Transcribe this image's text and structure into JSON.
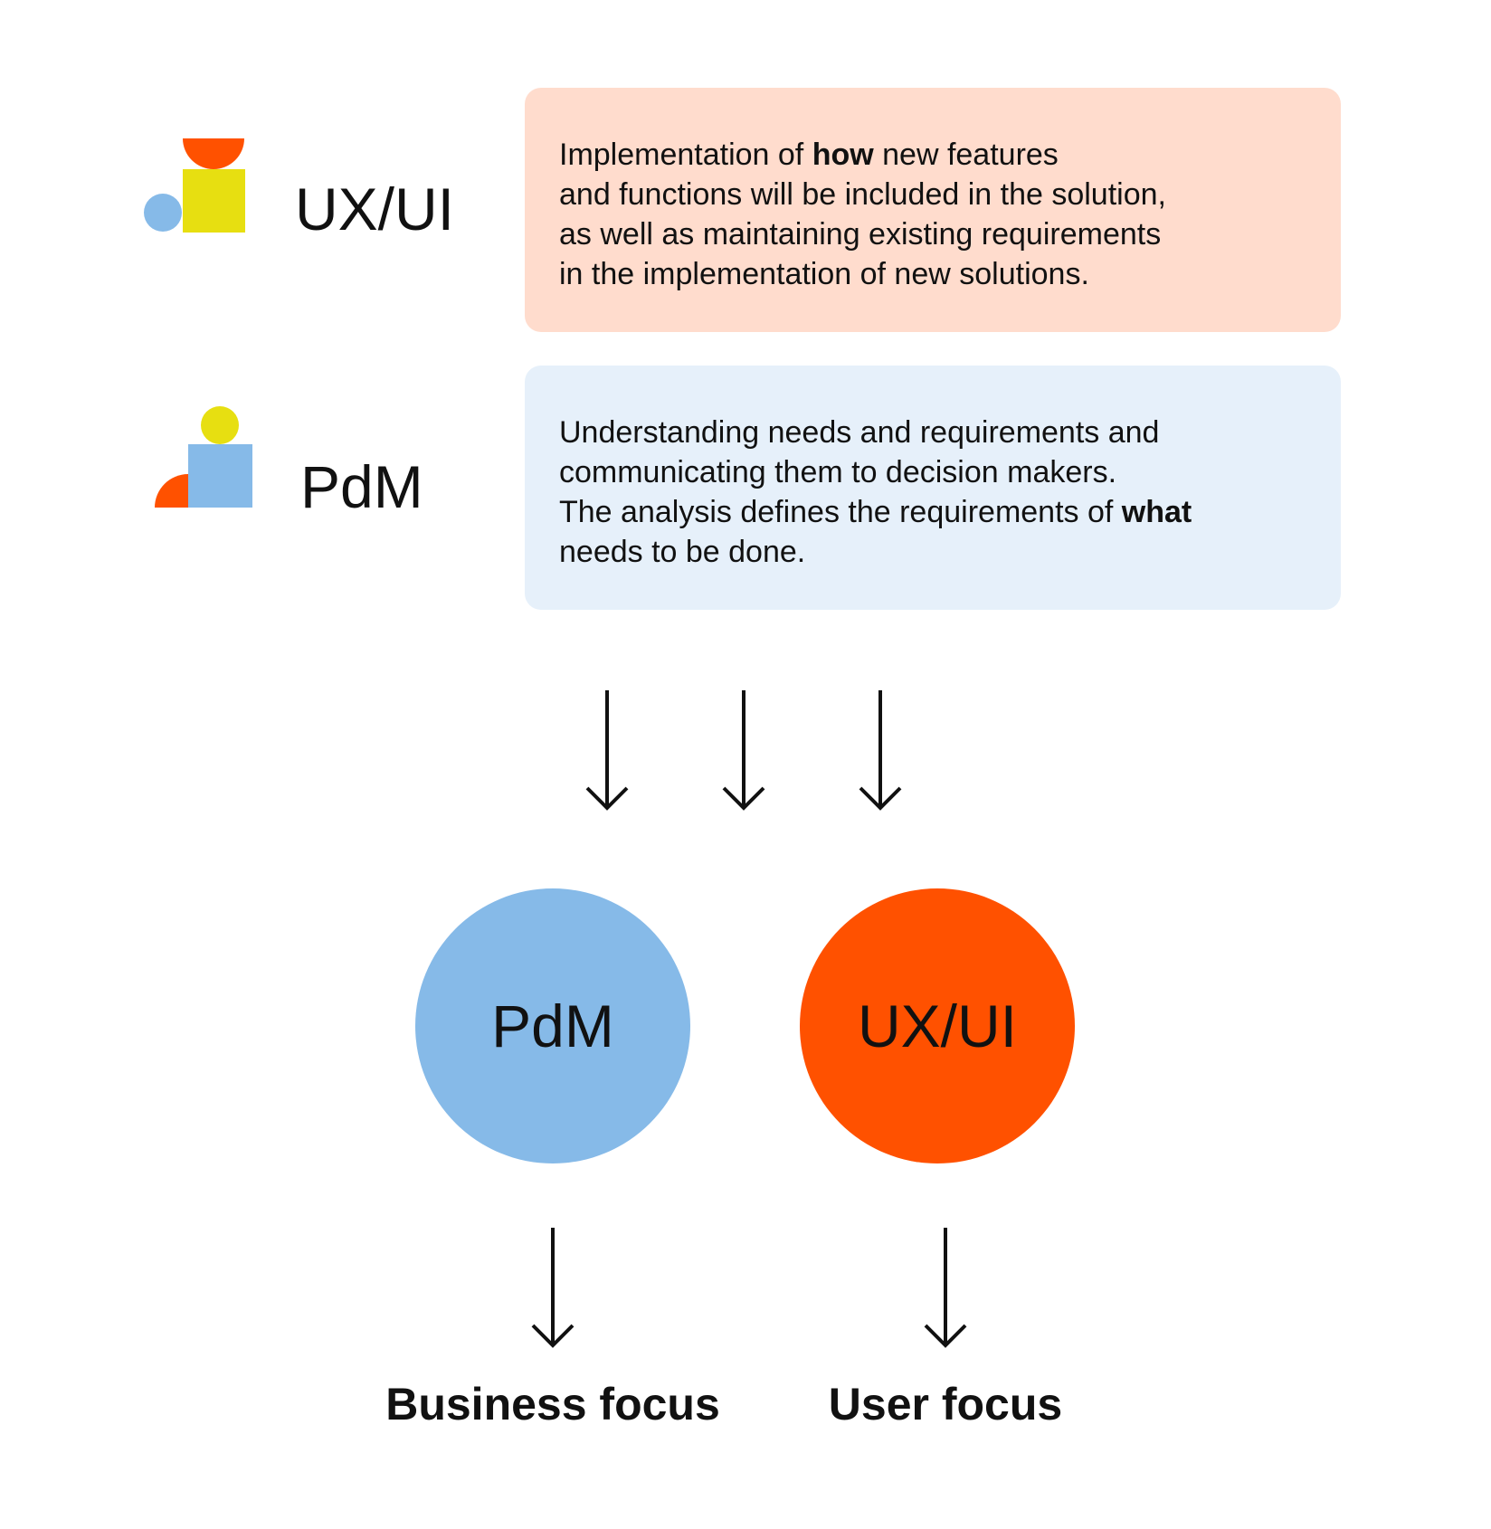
{
  "colors": {
    "orange": "#FF5100",
    "blue": "#86BAE8",
    "yellow": "#E7DF11",
    "card_uxui_bg": "#FFDCCD",
    "card_pdm_bg": "#E6F0FA",
    "text": "#111111"
  },
  "roles": [
    {
      "label": "UX/UI",
      "icon": "uxui-shapes-icon",
      "description": {
        "line1_a": "Implementation of ",
        "line1_bold": "how",
        "line1_b": " new features",
        "line2": "and functions will be included in the solution,",
        "line3": "as well as maintaining existing requirements",
        "line4": "in the implementation of new solutions."
      }
    },
    {
      "label": "PdM",
      "icon": "pdm-shapes-icon",
      "description": {
        "line1": "Understanding needs and requirements and",
        "line2": "communicating them to decision makers.",
        "line3_a": "The analysis defines the requirements of ",
        "line3_bold": "what",
        "line4": "needs to be done."
      }
    }
  ],
  "circles": [
    {
      "label": "PdM",
      "focus": "Business focus"
    },
    {
      "label": "UX/UI",
      "focus": "User focus"
    }
  ]
}
